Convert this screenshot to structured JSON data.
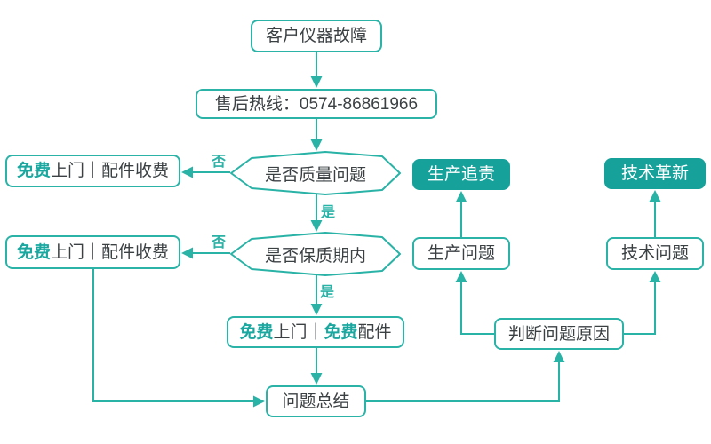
{
  "colors": {
    "line": "#29b2a6",
    "node_border": "#2bb3a8",
    "node_fill_solid": "#17a19b",
    "text_dark": "#3b4043",
    "text_light": "#ffffff",
    "highlight": "#1aa79f"
  },
  "diagram": {
    "type": "flowchart",
    "nodes": {
      "start": {
        "label": "客户仪器故障"
      },
      "hotline": {
        "label": "售后热线：0574-86861966"
      },
      "decision_quality": {
        "label": "是否质量问题"
      },
      "decision_warranty": {
        "label": "是否保质期内"
      },
      "free_onsite_paid_parts_1": {
        "seg1": "免费",
        "seg2": "上门｜配件收费"
      },
      "free_onsite_paid_parts_2": {
        "seg1": "免费",
        "seg2": "上门｜配件收费"
      },
      "free_onsite_free_parts": {
        "seg1": "免费",
        "seg2": "上门｜",
        "seg3": "免费",
        "seg4": "配件"
      },
      "summary": {
        "label": "问题总结"
      },
      "judge_cause": {
        "label": "判断问题原因"
      },
      "production_problem": {
        "label": "生产问题"
      },
      "production_accountability": {
        "label": "生产追责"
      },
      "tech_problem": {
        "label": "技术问题"
      },
      "tech_innovation": {
        "label": "技术革新"
      }
    },
    "edge_labels": {
      "quality_no": "否",
      "quality_yes": "是",
      "warranty_no": "否",
      "warranty_yes": "是"
    }
  }
}
